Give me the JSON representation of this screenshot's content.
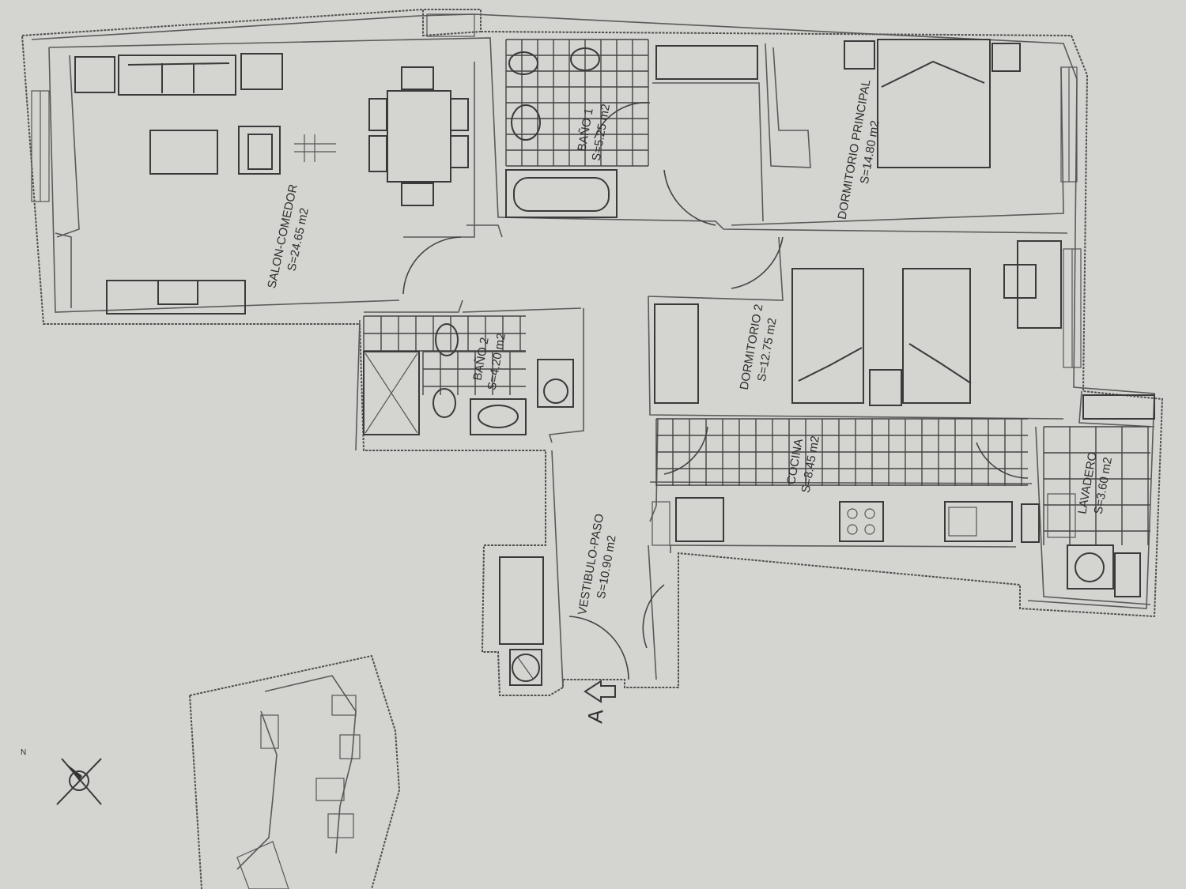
{
  "rooms": {
    "salon": {
      "name": "SALON-COMEDOR",
      "area": "S=24.65  m2"
    },
    "bano1": {
      "name": "BAÑO  1",
      "area": "S=5.25  m2"
    },
    "dormitorio_principal": {
      "name": "DORMITORIO  PRINCIPAL",
      "area": "S=14.80  m2"
    },
    "bano2": {
      "name": "BAÑO  2",
      "area": "S=4.20  m2"
    },
    "dormitorio2": {
      "name": "DORMITORIO  2",
      "area": "S=12.75  m2"
    },
    "cocina": {
      "name": "COCINA",
      "area": "S=8.45  m2"
    },
    "lavadero": {
      "name": "LAVADERO",
      "area": "S=3.60  m2"
    },
    "vestibulo": {
      "name": "VESTIBULO-PASO",
      "area": "S=10.90  m2"
    }
  },
  "entrance_marker": "A",
  "north_label": "N"
}
